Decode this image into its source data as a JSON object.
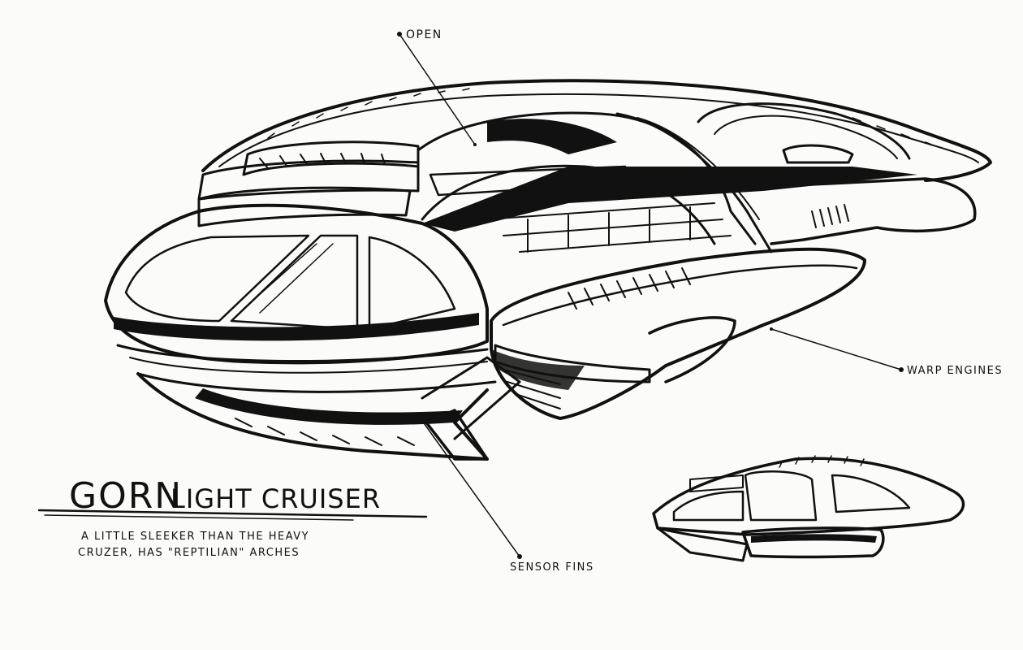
{
  "title": {
    "word1": "GORN",
    "word2": "LIGHT CRUISER"
  },
  "description": {
    "line1": "A LITTLE SLEEKER THAN THE HEAVY",
    "line2": "CRUZER, HAS \"REPTILIAN\" ARCHES"
  },
  "callouts": {
    "open": "OPEN",
    "warp_engines": "WARP ENGINES",
    "sensor_fins": "SENSOR FINS"
  },
  "colors": {
    "paper": "#fbfbf9",
    "ink": "#111111"
  }
}
